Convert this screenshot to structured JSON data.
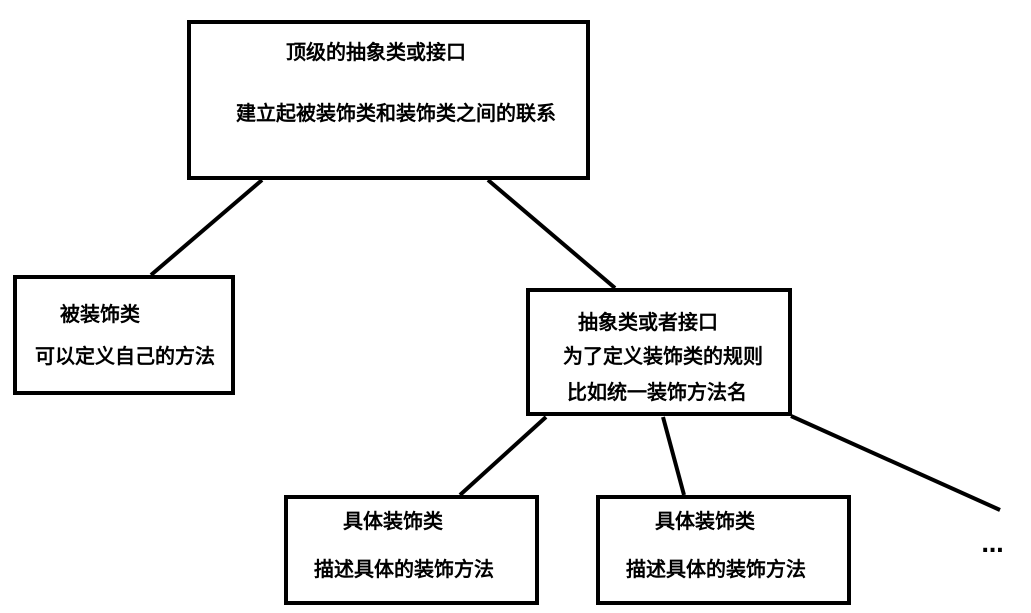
{
  "diagram": {
    "top_node": {
      "title": "顶级的抽象类或接口",
      "description": "建立起被装饰类和装饰类之间的联系"
    },
    "decorated_node": {
      "title": "被装饰类",
      "description": "可以定义自己的方法"
    },
    "abstract_decorator_node": {
      "title": "抽象类或者接口",
      "line1": "为了定义装饰类的规则",
      "line2": "比如统一装饰方法名"
    },
    "concrete_decorators": [
      {
        "title": "具体装饰类",
        "description": "描述具体的装饰方法"
      },
      {
        "title": "具体装饰类",
        "description": "描述具体的装饰方法"
      }
    ],
    "more_indicator": "..."
  }
}
